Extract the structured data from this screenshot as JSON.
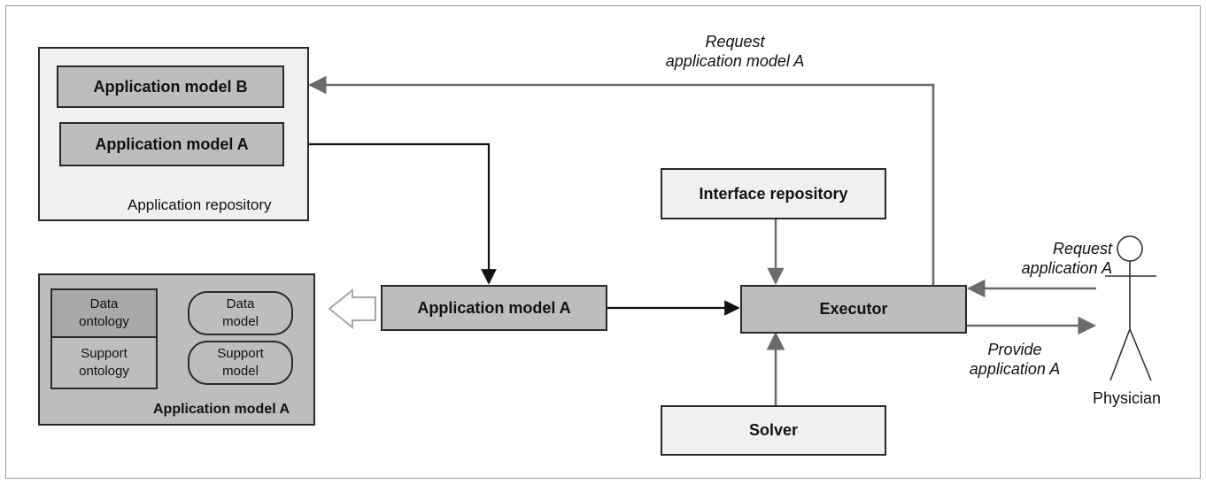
{
  "application_repository": {
    "caption": "Application repository",
    "model_b": "Application model B",
    "model_a": "Application model A"
  },
  "central_model": "Application model A",
  "interface_repository": "Interface repository",
  "executor": "Executor",
  "solver": "Solver",
  "detail": {
    "caption": "Application model A",
    "data_ontology": "Data\nontology",
    "support_ontology": "Support\nontology",
    "data_model": "Data\nmodel",
    "support_model": "Support\nmodel"
  },
  "labels": {
    "request_model": "Request\napplication model A",
    "request_app": "Request\napplication A",
    "provide_app": "Provide\napplication A"
  },
  "actor": {
    "name": "Physician"
  },
  "colors": {
    "dark_fill": "#bdbdbd",
    "light_fill": "#f0f0f0",
    "line": "#2a2a2a",
    "grey_arrow": "#6b6b6b"
  }
}
